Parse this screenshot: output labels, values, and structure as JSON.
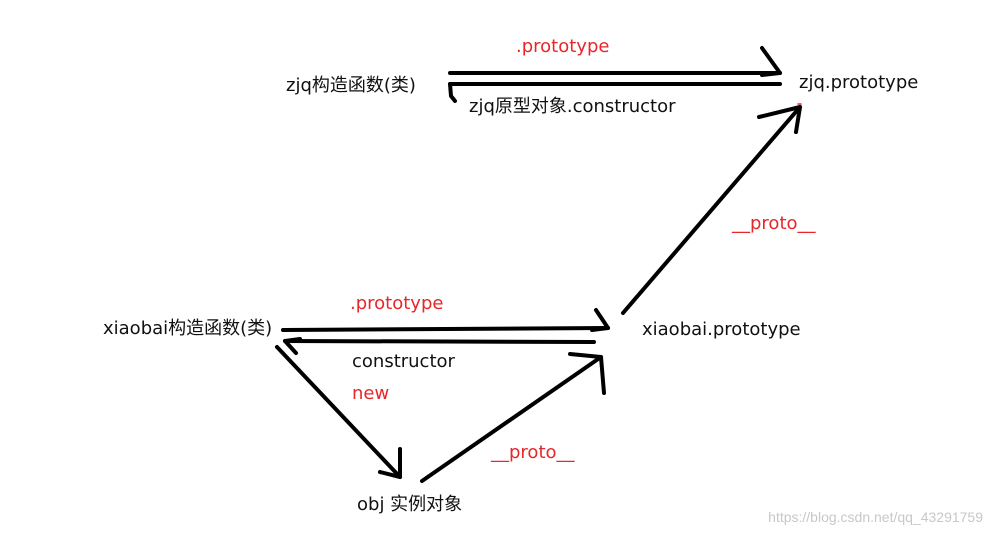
{
  "nodes": {
    "zjq_constructor": "zjq构造函数(类)",
    "zjq_prototype": "zjq.prototype",
    "xiaobai_constructor": "xiaobai构造函数(类)",
    "xiaobai_prototype": "xiaobai.prototype",
    "obj_instance": "obj 实例对象"
  },
  "edges": {
    "zjq_prototype_label": ".prototype",
    "zjq_constructor_label": "zjq原型对象.constructor",
    "xiaobai_prototype_label": ".prototype",
    "xiaobai_constructor_label": "constructor",
    "new_label": "new",
    "obj_proto_label": "__proto__",
    "xiaobai_proto_label": "__proto__"
  },
  "watermark": "https://blog.csdn.net/qq_43291759",
  "colors": {
    "stroke": "#000000",
    "text": "#111111",
    "accent": "#e8262a",
    "watermark": "#c8c8c8"
  }
}
